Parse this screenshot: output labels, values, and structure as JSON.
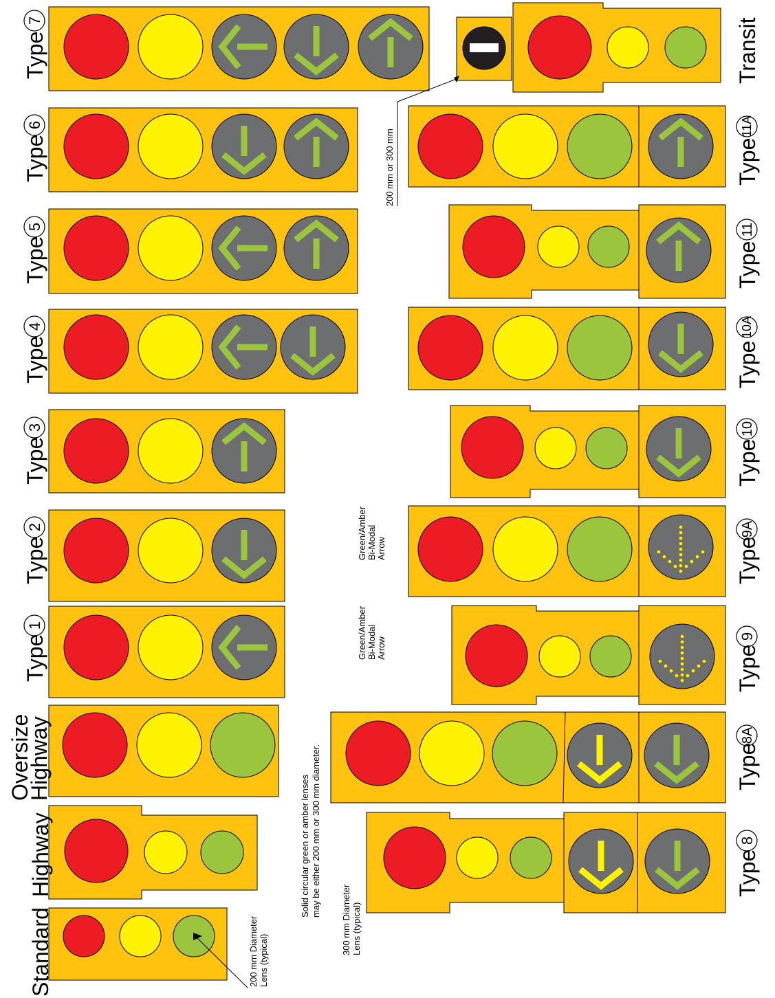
{
  "colors": {
    "housing": "#FFC20E",
    "red": "#ED1C24",
    "amber": "#FFF200",
    "green": "#9BC53D",
    "arrow_bg": "#6D6E70",
    "yellow_arrow": "#FFF200",
    "transit_disc": "#231F20"
  },
  "icons": [
    "left-arrow-icon",
    "down-arrow-icon",
    "up-arrow-icon",
    "bimodal-dotted-arrow-icon",
    "transit-bar-icon"
  ],
  "labels": {
    "standard": "Standard",
    "highway": "Highway",
    "oversize_l1": "Oversize",
    "oversize_l2": "Highway",
    "type_word": "Type",
    "transit": "Transit",
    "t1": "1",
    "t2": "2",
    "t3": "3",
    "t4": "4",
    "t5": "5",
    "t6": "6",
    "t7": "7",
    "t8": "8",
    "t8a": "8A",
    "t9": "9",
    "t9a": "9A",
    "t10": "10",
    "t10a": "10A",
    "t11": "11",
    "t11a": "11A"
  },
  "notes": {
    "lens200_l1": "200 mm Diameter",
    "lens200_l2": "Lens (typical)",
    "lens300_l1": "300 mm Diameter",
    "lens300_l2": "Lens (typical)",
    "solid_l1": "Solid circular green or amber lenses",
    "solid_l2": "may be either 200 mm or 300 mm diameter.",
    "transit_size": "200 mm or 300 mm",
    "bimodal_l1": "Green/Amber",
    "bimodal_l2": "Bi-Modal",
    "bimodal_l3": "Arrow"
  }
}
